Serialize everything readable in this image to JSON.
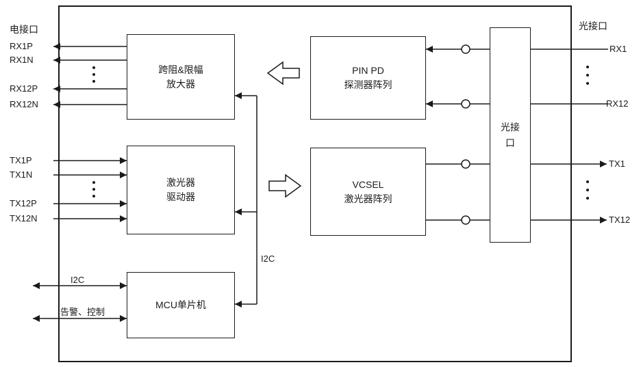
{
  "interface_labels": {
    "electrical": "电接口",
    "optical": "光接口"
  },
  "blocks": {
    "tia": {
      "lines": [
        "跨阻&限幅",
        "放大器"
      ]
    },
    "laser_driver": {
      "lines": [
        "激光器",
        "驱动器"
      ]
    },
    "mcu": {
      "lines": [
        "MCU单片机"
      ]
    },
    "pin_pd": {
      "lines": [
        "PIN PD",
        "探测器阵列"
      ]
    },
    "vcsel": {
      "lines": [
        "VCSEL",
        "激光器阵列"
      ]
    },
    "optical_port": {
      "label": "光接口"
    }
  },
  "signals": {
    "left_rx": [
      "RX1P",
      "RX1N",
      "RX12P",
      "RX12N"
    ],
    "left_tx": [
      "TX1P",
      "TX1N",
      "TX12P",
      "TX12N"
    ],
    "right_rx": [
      "RX1",
      "RX12"
    ],
    "right_tx": [
      "TX1",
      "TX12"
    ],
    "i2c_port": "I2C",
    "alarm_control": "告警、控制",
    "i2c_bus": "I2C"
  },
  "colors": {
    "line": "#1a1a1a",
    "background": "#ffffff"
  }
}
